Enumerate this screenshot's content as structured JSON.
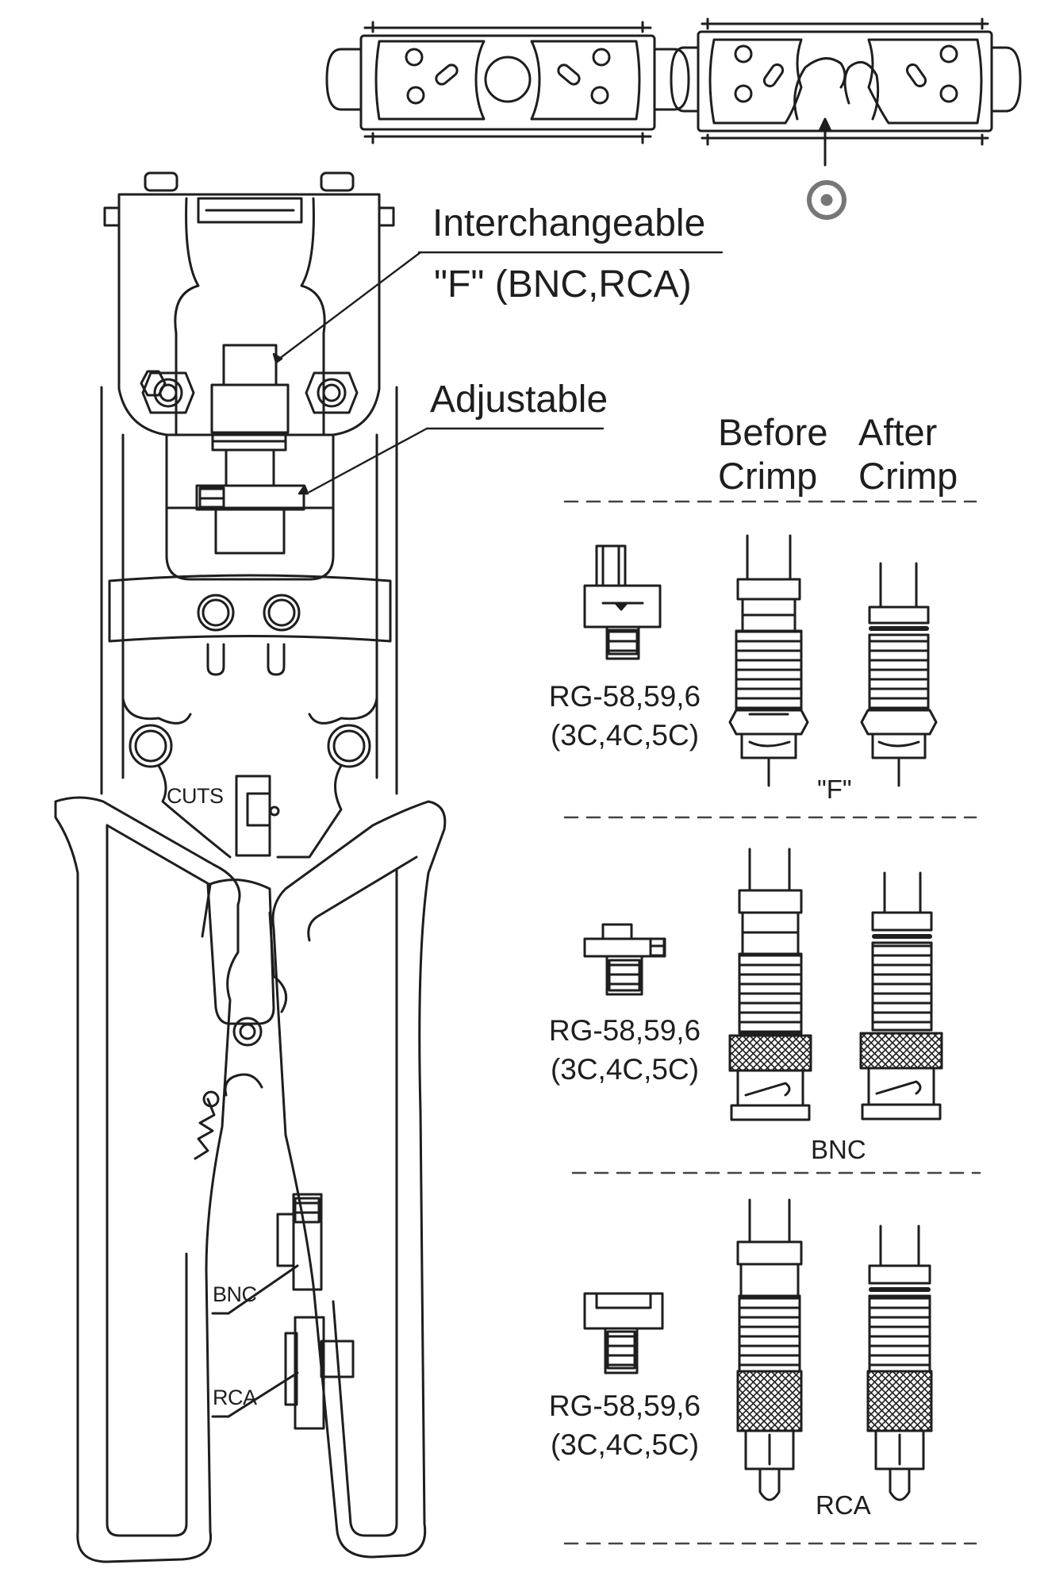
{
  "labels": {
    "interchangeable": "Interchangeable",
    "f_bnc_rca": "\"F\" (BNC,RCA)",
    "adjustable": "Adjustable",
    "cuts": "CUTS",
    "bnc_die": "BNC",
    "rca_die": "RCA"
  },
  "columns": {
    "before": [
      "Before",
      "Crimp"
    ],
    "after": [
      "After",
      "Crimp"
    ]
  },
  "rows": [
    {
      "spec": [
        "RG-58,59,6",
        "(3C,4C,5C)"
      ],
      "type": "\"F\""
    },
    {
      "spec": [
        "RG-58,59,6",
        "(3C,4C,5C)"
      ],
      "type": "BNC"
    },
    {
      "spec": [
        "RG-58,59,6",
        "(3C,4C,5C)"
      ],
      "type": "RCA"
    }
  ],
  "colors": {
    "line": "#1e1e1e",
    "background": "#ffffff",
    "accent": "#666666"
  }
}
